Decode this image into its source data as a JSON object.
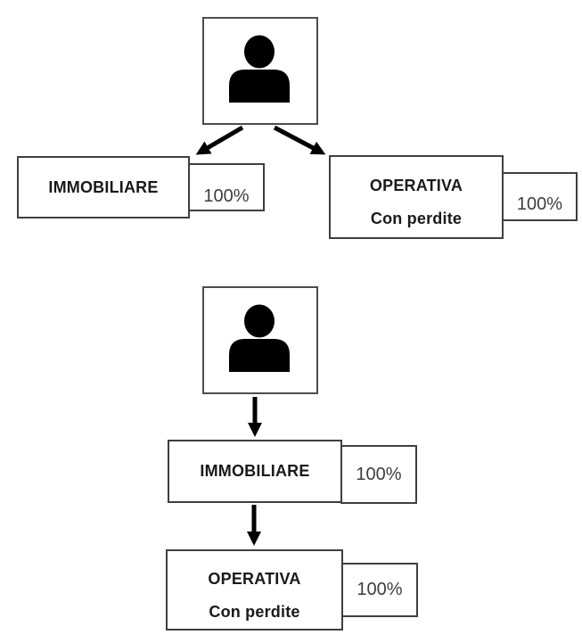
{
  "colors": {
    "background": "#ffffff",
    "box_border": "#3f3f3f",
    "person_box_border": "#4d4d4d",
    "arrow": "#000000",
    "company_label_text": "#1a1a1a",
    "ownership_text": "#3d3d3d"
  },
  "scenarios": [
    {
      "id": "split-ownership",
      "shareholder": {
        "icon": "person-icon"
      },
      "companies": [
        {
          "label": "IMMOBILIARE",
          "ownership": "100%"
        },
        {
          "label": "OPERATIVA",
          "sublabel": "Con perdite",
          "ownership": "100%"
        }
      ],
      "edges": [
        {
          "from": "shareholder",
          "to": "IMMOBILIARE"
        },
        {
          "from": "shareholder",
          "to": "OPERATIVA"
        }
      ]
    },
    {
      "id": "chain-ownership",
      "shareholder": {
        "icon": "person-icon"
      },
      "companies": [
        {
          "label": "IMMOBILIARE",
          "ownership": "100%"
        },
        {
          "label": "OPERATIVA",
          "sublabel": "Con perdite",
          "ownership": "100%"
        }
      ],
      "edges": [
        {
          "from": "shareholder",
          "to": "IMMOBILIARE"
        },
        {
          "from": "IMMOBILIARE",
          "to": "OPERATIVA"
        }
      ]
    }
  ]
}
